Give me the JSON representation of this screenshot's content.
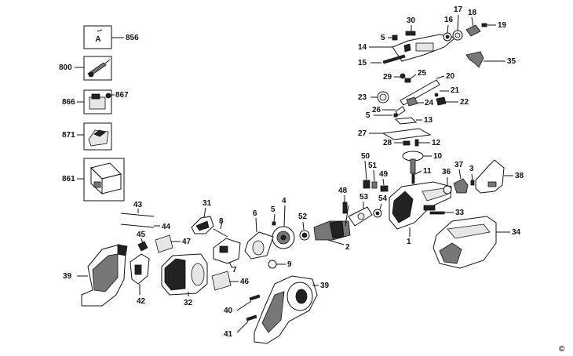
{
  "diagram": {
    "labels": {
      "l856": "856",
      "l800": "800",
      "l866": "866",
      "l867": "867",
      "l871": "871",
      "l861": "861",
      "l30": "30",
      "l17": "17",
      "l18": "18",
      "l16": "16",
      "l19": "19",
      "l5a": "5",
      "l14": "14",
      "l15": "15",
      "l35": "35",
      "l20": "20",
      "l25": "25",
      "l29": "29",
      "l21": "21",
      "l23": "23",
      "l24": "24",
      "l22": "22",
      "l26": "26",
      "l5b": "5",
      "l13": "13",
      "l27": "27",
      "l12": "12",
      "l28": "28",
      "l10": "10",
      "l50": "50",
      "l51": "51",
      "l49": "49",
      "l11": "11",
      "l36": "36",
      "l37": "37",
      "l3": "3",
      "l38": "38",
      "l48": "48",
      "l53": "53",
      "l54": "54",
      "l52": "52",
      "l4": "4",
      "l5c": "5",
      "l6": "6",
      "l31": "31",
      "l8": "8",
      "l43": "43",
      "l44": "44",
      "l45": "45",
      "l47": "47",
      "l2": "2",
      "l1": "1",
      "l33": "33",
      "l34": "34",
      "l7": "7",
      "l9": "9",
      "l39a": "39",
      "l39b": "39",
      "l42": "42",
      "l32": "32",
      "l46": "46",
      "l40": "40",
      "l41": "41"
    },
    "box_856_letter": "A",
    "copyright": "©"
  }
}
